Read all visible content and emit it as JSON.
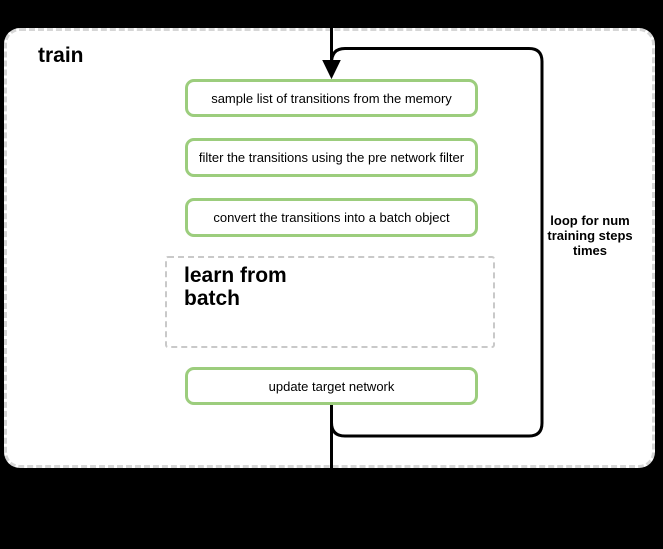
{
  "diagram": {
    "title": "train",
    "container_label": "train",
    "steps": [
      {
        "label": "sample list of transitions from the memory"
      },
      {
        "label": "filter the transitions using the pre network filter"
      },
      {
        "label": "convert the transitions into a batch object"
      }
    ],
    "subprocess": {
      "lines": [
        "learn from",
        "batch"
      ]
    },
    "final_step": {
      "label": "update target network"
    },
    "loop_label": {
      "lines": [
        "loop for num",
        "training steps",
        "times"
      ]
    },
    "colors": {
      "background": "#000000",
      "container_fill": "#ffffff",
      "container_dash": "#d6d6d6",
      "step_border": "#9ccd7d",
      "subprocess_dash": "#c9c9c9",
      "connector": "#000000"
    }
  }
}
